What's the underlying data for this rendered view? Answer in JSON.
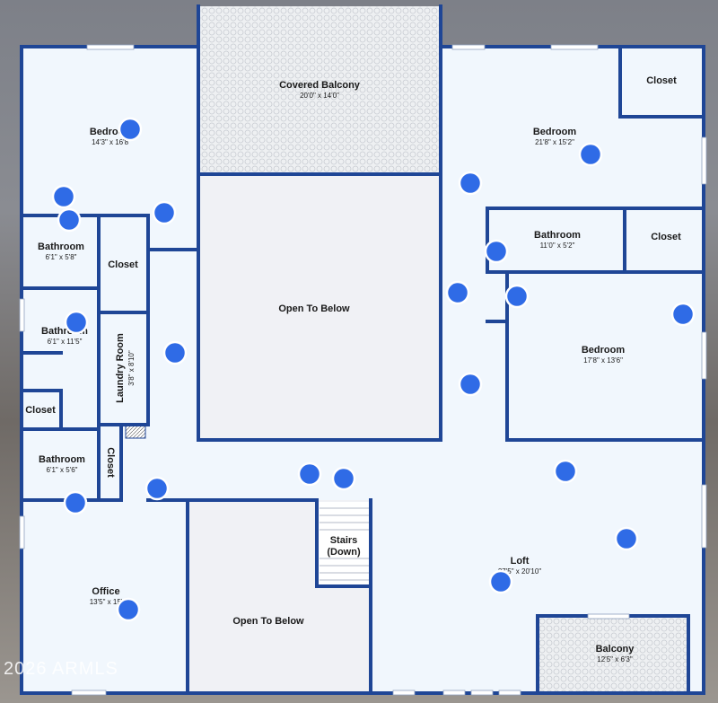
{
  "rooms": {
    "covered_balcony": {
      "name": "Covered Balcony",
      "dims": "20'0\" x 14'0\""
    },
    "bedroom_nw": {
      "name": "Bedroom",
      "dims": "14'3\" x 16'8\""
    },
    "bedroom_ne": {
      "name": "Bedroom",
      "dims": "21'8\" x 15'2\""
    },
    "closet_ne": {
      "name": "Closet"
    },
    "bathroom_e": {
      "name": "Bathroom",
      "dims": "11'0\" x 5'2\""
    },
    "closet_e": {
      "name": "Closet"
    },
    "bedroom_e": {
      "name": "Bedroom",
      "dims": "17'8\" x 13'6\""
    },
    "bathroom_w1": {
      "name": "Bathroom",
      "dims": "6'1\" x 5'8\""
    },
    "closet_w": {
      "name": "Closet"
    },
    "bathroom_w2": {
      "name": "Bathroom",
      "dims": "6'1\" x 11'5\""
    },
    "laundry": {
      "name": "Laundry Room",
      "dims": "3'8\" x 8'10\""
    },
    "closet_sw": {
      "name": "Closet"
    },
    "bathroom_w3": {
      "name": "Bathroom",
      "dims": "6'1\" x 5'6\""
    },
    "closet_small": {
      "name": "Closet"
    },
    "open_to_below_1": {
      "name": "Open To Below"
    },
    "open_to_below_2": {
      "name": "Open To Below"
    },
    "stairs": {
      "line1": "Stairs",
      "line2": "(Down)"
    },
    "office": {
      "name": "Office",
      "dims": "13'5\" x 15'"
    },
    "loft": {
      "name": "Loft",
      "dims": "27'5\" x 20'10\""
    },
    "balcony": {
      "name": "Balcony",
      "dims": "12'5\" x 6'3\""
    }
  },
  "watermark": "2026 ARMLS",
  "colors": {
    "wall": "#1f4696",
    "floor": "#f1f7fd",
    "marker": "#2f6be6"
  },
  "markers_icon": "camera-pin"
}
